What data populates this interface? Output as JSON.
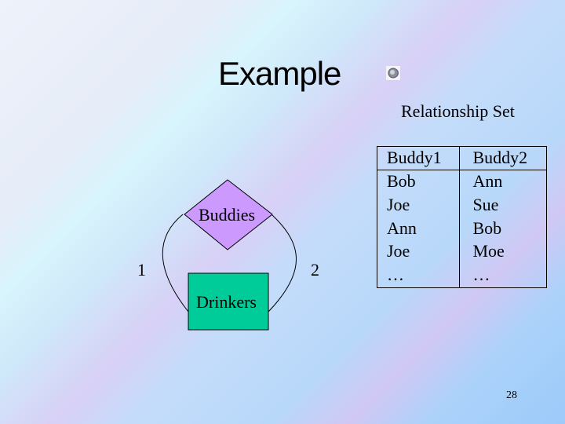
{
  "slide": {
    "title": "Example",
    "page_number": "28",
    "icons": [
      "speaker-icon"
    ]
  },
  "diagram": {
    "relationship": {
      "label": "Buddies",
      "color": "#cc99ff"
    },
    "entity": {
      "label": "Drinkers",
      "color": "#00cc99"
    },
    "role_left": "1",
    "role_right": "2"
  },
  "relationship_set": {
    "caption": "Relationship Set",
    "headers": [
      "Buddy1",
      "Buddy2"
    ],
    "rows": [
      [
        "Bob",
        "Ann"
      ],
      [
        "Joe",
        "Sue"
      ],
      [
        "Ann",
        "Bob"
      ],
      [
        "Joe",
        "Moe"
      ],
      [
        "…",
        "…"
      ]
    ]
  }
}
